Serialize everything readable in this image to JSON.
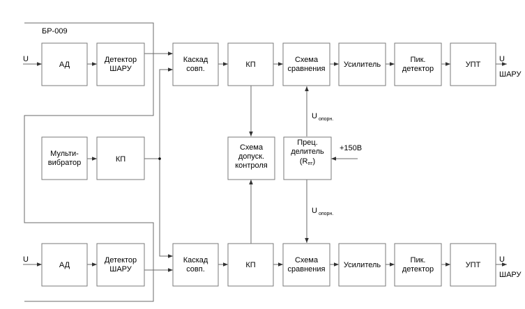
{
  "frame_label": "БР-009",
  "inputs": {
    "top": "U",
    "bottom": "U"
  },
  "outputs": {
    "top_main": "U",
    "top_sub": "ШАРУ",
    "bottom_main": "U",
    "bottom_sub": "ШАРУ"
  },
  "blocks": {
    "ad": "АД",
    "detector": [
      "Детектор",
      "ШАРУ"
    ],
    "cascade": [
      "Каскад",
      "совп."
    ],
    "kp": "КП",
    "comparator": [
      "Схема",
      "сравнения"
    ],
    "amplifier": "Усилитель",
    "peak_detector": [
      "Пик.",
      "детектор"
    ],
    "dc_amp": "УПТ",
    "multivibrator": [
      "Мульти-",
      "вибратор"
    ],
    "tolerance": [
      "Схема",
      "допуск.",
      "контроля"
    ],
    "divider": [
      "Прец.",
      "делитель",
      "(R",
      "пт",
      ")"
    ]
  },
  "reference": {
    "main": "U",
    "sub": "опорн."
  },
  "supply": "+150В"
}
